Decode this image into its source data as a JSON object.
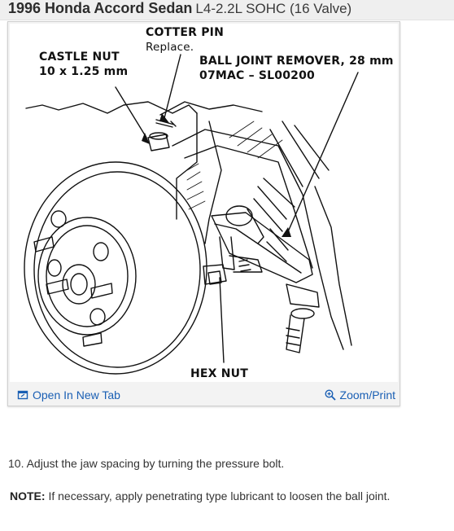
{
  "header": {
    "title": "1996 Honda Accord Sedan",
    "subtitle": "L4-2.2L SOHC (16 Valve)"
  },
  "diagram": {
    "labels": {
      "cotter_pin": "COTTER PIN",
      "cotter_pin_note": "Replace.",
      "castle_nut": "CASTLE NUT",
      "castle_nut_size": "10 x 1.25 mm",
      "ball_joint_remover": "BALL JOINT REMOVER, 28 mm",
      "ball_joint_part": "07MAC – SL00200",
      "hex_nut": "HEX NUT"
    }
  },
  "toolbar": {
    "open_new_tab": "Open In New Tab",
    "zoom_print": "Zoom/Print",
    "open_icon": "external-window-icon",
    "zoom_icon": "magnifier-plus-icon",
    "link_color": "#1a5fb4"
  },
  "instructions": {
    "step": "10. Adjust the jaw spacing by turning the pressure bolt.",
    "note_label": "NOTE:",
    "note_text": " If necessary, apply penetrating type lubricant to loosen the ball joint."
  }
}
